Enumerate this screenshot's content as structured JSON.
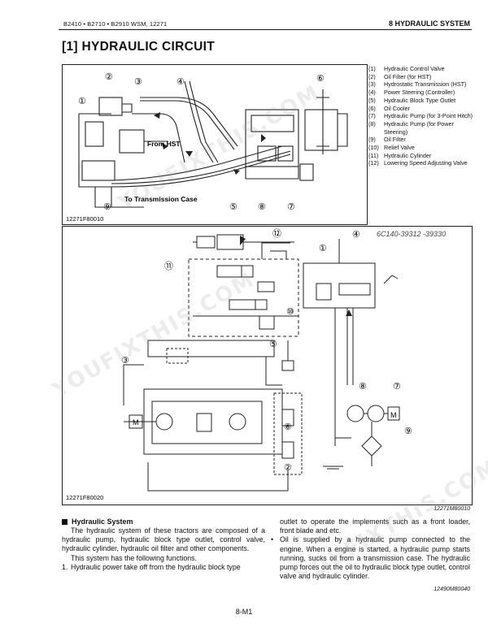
{
  "header": {
    "models": "B2410 • B2710 • B2910 WSM, 12271",
    "section": "8 HYDRAULIC SYSTEM"
  },
  "title": "[1] HYDRAULIC CIRCUIT",
  "figure1": {
    "code": "12271F80010",
    "callouts": [
      "①",
      "②",
      "③",
      "④",
      "⑤",
      "⑥",
      "⑦",
      "⑧",
      "⑨"
    ],
    "label_from_hst": "From HST",
    "label_transmission": "To Transmission Case"
  },
  "legend": [
    {
      "num": "(1)",
      "text": "Hydraulic Control Valve"
    },
    {
      "num": "(2)",
      "text": "Oil Filter (for HST)"
    },
    {
      "num": "(3)",
      "text": "Hydrostatic Transmission (HST)"
    },
    {
      "num": "(4)",
      "text": "Power Steering (Controller)"
    },
    {
      "num": "(5)",
      "text": "Hydraulic Block Type Outlet"
    },
    {
      "num": "(6)",
      "text": "Oil Cooler"
    },
    {
      "num": "(7)",
      "text": "Hydraulic Pump (for 3-Point Hitch)"
    },
    {
      "num": "(8)",
      "text": "Hydraulic Pump (for Power Steering)"
    },
    {
      "num": "(9)",
      "text": "Oil Filter"
    },
    {
      "num": "(10)",
      "text": "Relief Valve"
    },
    {
      "num": "(11)",
      "text": "Hydraulic Cylinder"
    },
    {
      "num": "(12)",
      "text": "Lowering Speed Adjusting Valve"
    }
  ],
  "figure2": {
    "code": "12271F80020",
    "handwritten_note": "6C140-39312 -39330",
    "callouts": [
      "①",
      "②",
      "③",
      "④",
      "⑤",
      "⑥",
      "⑦",
      "⑧",
      "⑨",
      "⑩",
      "⑪",
      "⑫"
    ],
    "motor_label": "M"
  },
  "figure2_ref": "12271M80010",
  "section": {
    "heading": "Hydraulic System",
    "left_para1": "The hydraulic system of these tractors are composed of a hydraulic pump, hydraulic block type outlet, control valve, hydraulic cylinder, hydraulic oil filter and other components.",
    "left_para2": "This system has the following functions.",
    "list_item1_num": "1.",
    "list_item1": "Hydraulic power take off from the hydraulic block type",
    "right_para1": "outlet to operate the implements such as a front loader, front blade and etc.",
    "bullet": "•",
    "right_bullet": "Oil is supplied by a hydraulic pump connected to the engine. When a engine is started, a hydraulic pump starts running, sucks oil from a transmission case. The hydraulic pump forces out the oil to hydraulic block type outlet, control valve and hydraulic cylinder.",
    "ref_code": "12490M80040"
  },
  "watermark": "YOUFIXTHIS.COM",
  "page_number": "8-M1"
}
